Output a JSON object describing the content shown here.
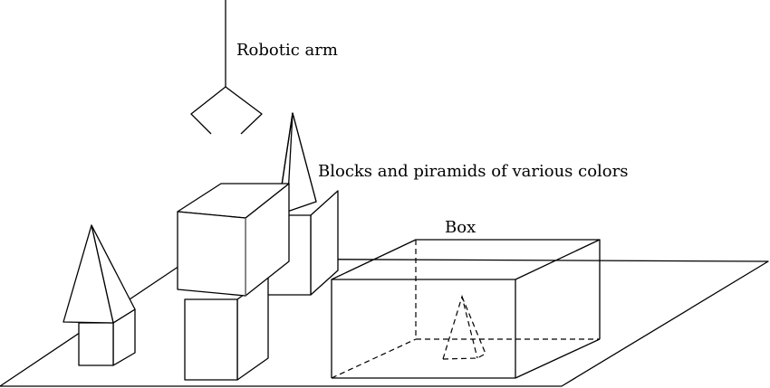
{
  "labels": {
    "robotic_arm": "Robotic arm",
    "blocks_and_pyramids": "Blocks and piramids of various colors",
    "box": "Box"
  },
  "colors": {
    "stroke": "#000000",
    "background": "#ffffff"
  }
}
